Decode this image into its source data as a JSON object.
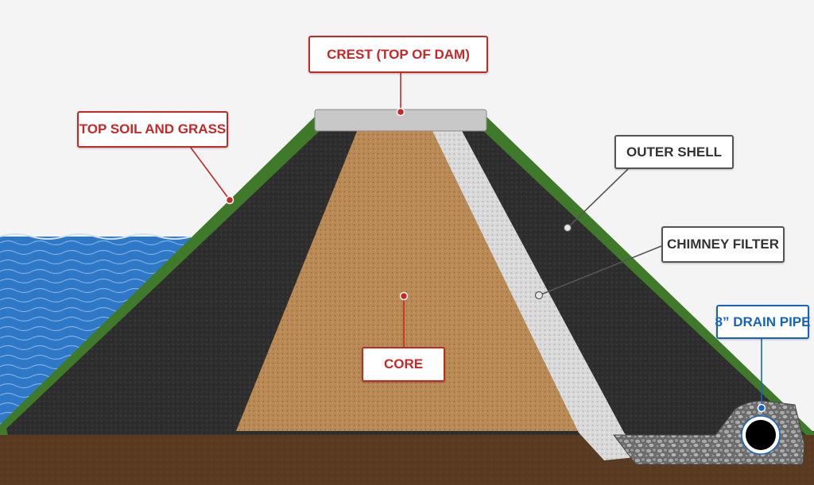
{
  "labels": {
    "crest": "CREST (TOP OF DAM)",
    "top_soil": "TOP SOIL AND GRASS",
    "outer_shell": "OUTER SHELL",
    "chimney_filter": "CHIMNEY FILTER",
    "drain_pipe": "8” DRAIN PIPE",
    "core": "CORE"
  },
  "colors": {
    "background": "#f4f4f4",
    "water": "#2f78c8",
    "grass": "#3f7a2a",
    "shell": "#2e2e2e",
    "core": "#b98a55",
    "filter": "#d9d9d9",
    "crest": "#c8c8c8",
    "ground": "#5a3b22",
    "gravel": "#8a8a8a",
    "pipe_ring": "#ffffff",
    "pipe_hole": "#000000",
    "callout_red": "#c62828",
    "callout_gray": "#555555",
    "callout_blue": "#1565c0"
  }
}
